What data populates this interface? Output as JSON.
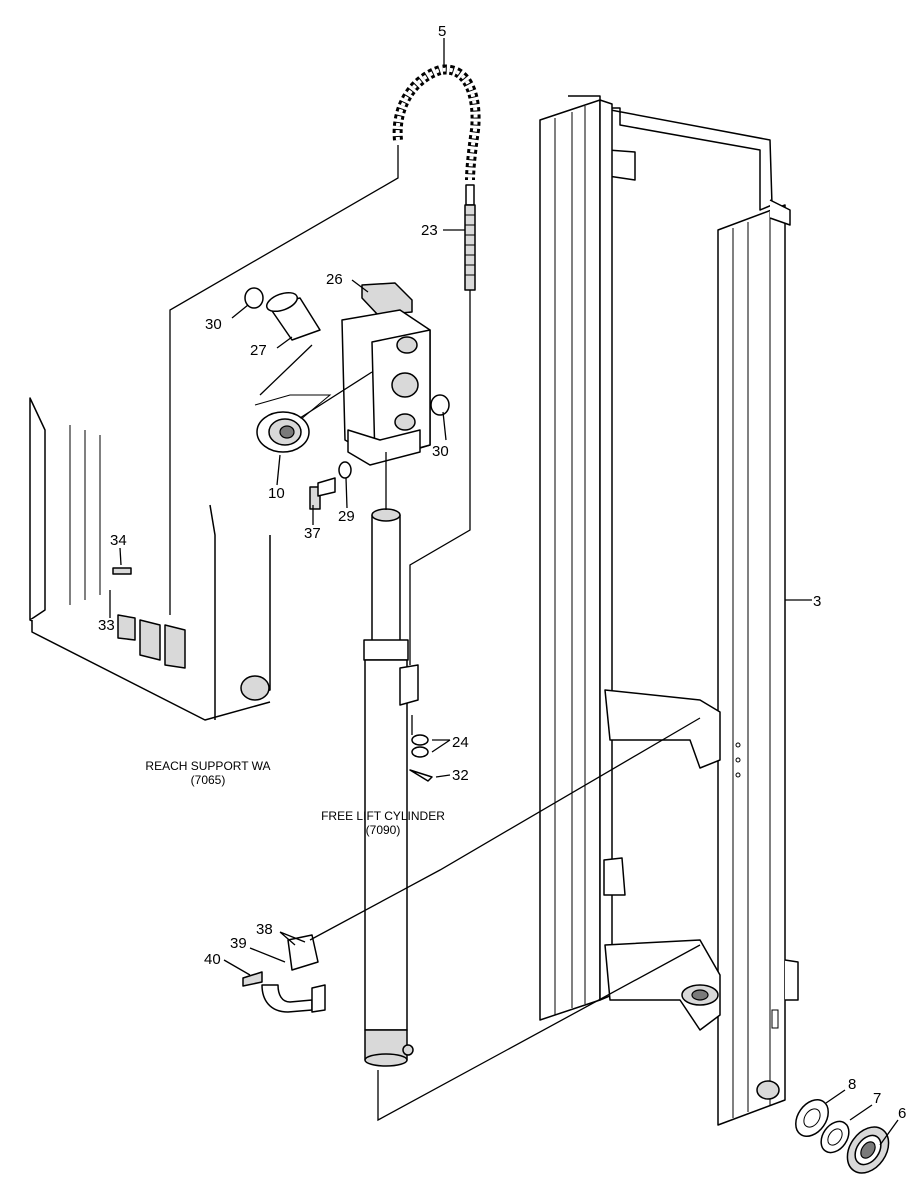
{
  "callouts": {
    "c3": "3",
    "c5": "5",
    "c6": "6",
    "c7": "7",
    "c8": "8",
    "c10": "10",
    "c23": "23",
    "c24": "24",
    "c26": "26",
    "c27": "27",
    "c29": "29",
    "c30a": "30",
    "c30b": "30",
    "c32": "32",
    "c33": "33",
    "c34": "34",
    "c37": "37",
    "c38": "38",
    "c39": "39",
    "c40": "40"
  },
  "captions": {
    "reach_support_title": "REACH SUPPORT WA",
    "reach_support_code": "(7065)",
    "free_lift_title": "FREE LIFT CYLINDER",
    "free_lift_code": "(7090)"
  }
}
